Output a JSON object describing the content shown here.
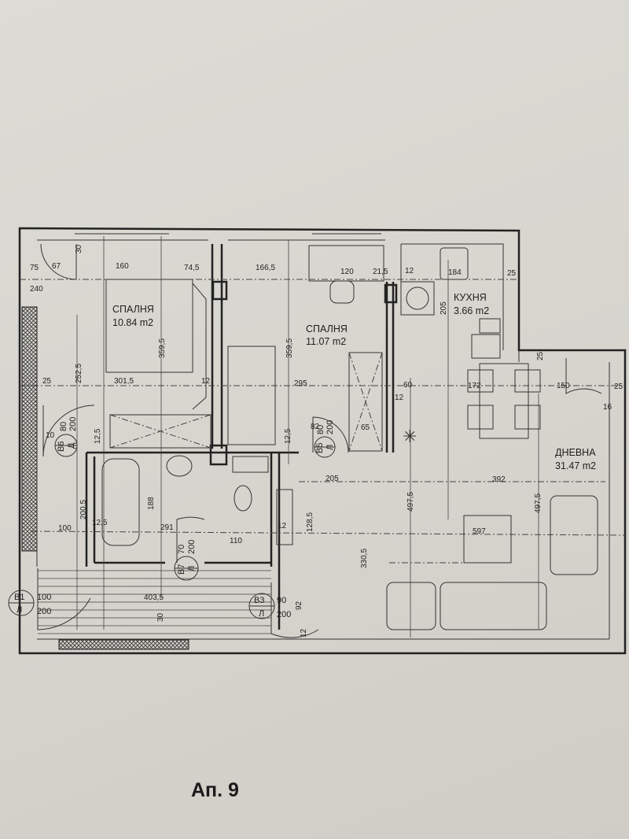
{
  "title": "Ап. 9",
  "rooms": [
    {
      "name": "СПАЛНЯ",
      "area": "10.84 m2"
    },
    {
      "name": "СПАЛНЯ",
      "area": "11.07 m2"
    },
    {
      "name": "КУХНЯ",
      "area": "3.66 m2"
    },
    {
      "name": "ДНЕВНА",
      "area": "31.47 m2"
    }
  ],
  "doors": [
    {
      "code": "B1",
      "side": "Л",
      "width": "100",
      "height": "200"
    },
    {
      "code": "B6",
      "side": "Д",
      "width": "80",
      "height": "200"
    },
    {
      "code": "B5",
      "side": "Л",
      "width": "80",
      "height": "200"
    },
    {
      "code": "B7",
      "side": "Л",
      "width": "70",
      "height": "200"
    },
    {
      "code": "B3",
      "side": "Л",
      "width": "90",
      "height": "200"
    }
  ],
  "dims": [
    "75",
    "67",
    "30",
    "160",
    "74,5",
    "166,5",
    "120",
    "21,5",
    "12",
    "184",
    "25",
    "240",
    "359,5",
    "359,5",
    "252,5",
    "25",
    "301,5",
    "12",
    "295",
    "60",
    "172",
    "150",
    "25",
    "25",
    "205",
    "12",
    "10",
    "12,5",
    "12,5",
    "82",
    "65",
    "205",
    "392",
    "497,5",
    "497,5",
    "200,5",
    "188",
    "100",
    "12,5",
    "291",
    "597",
    "110",
    "12",
    "128,5",
    "330,5",
    "403,5",
    "30",
    "12",
    "92",
    "16"
  ]
}
